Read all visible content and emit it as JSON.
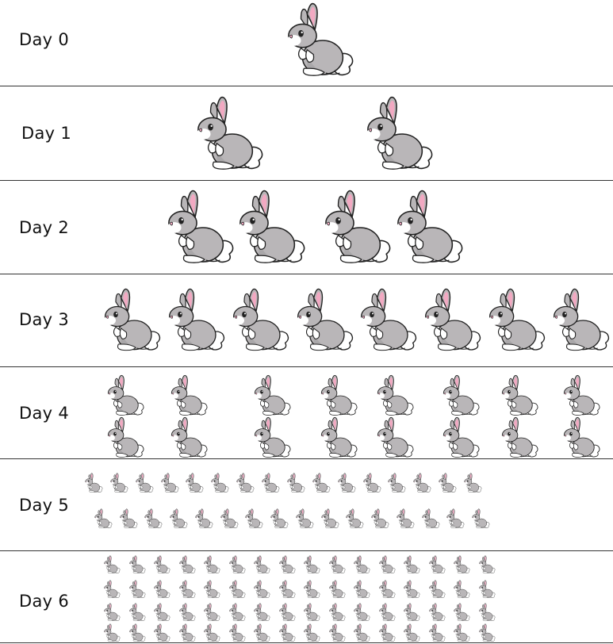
{
  "rows": [
    {
      "label": "Day 0",
      "count": 1
    },
    {
      "label": "Day 1",
      "count": 2
    },
    {
      "label": "Day 2",
      "count": 4
    },
    {
      "label": "Day 3",
      "count": 8
    },
    {
      "label": "Day 4",
      "count": 16
    },
    {
      "label": "Day 5",
      "count": 32
    },
    {
      "label": "Day 6",
      "count": 64
    }
  ],
  "colors": {
    "fur": "#b9b6b8",
    "fur_shadow": "#9d9a9c",
    "ear_inner": "#f2a9c2",
    "outline": "#222222",
    "white": "#ffffff",
    "divider": "#333333"
  }
}
